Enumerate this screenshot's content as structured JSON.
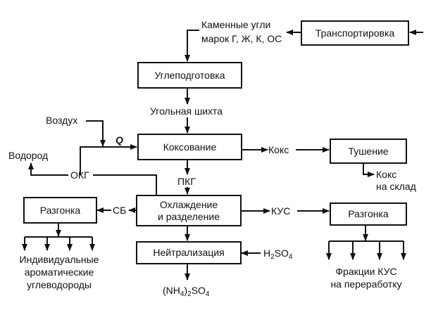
{
  "diagram": {
    "process_boxes": {
      "transport": "Транспортировка",
      "coal_prep": "Углеподготовка",
      "coking": "Коксование",
      "quenching": "Тушение",
      "cooling_line1": "Охлаждение",
      "cooling_line2": "и разделение",
      "neutralization": "Нейтрализация",
      "distill_left": "Разгонка",
      "distill_right": "Разгонка"
    },
    "flow_labels": {
      "coal_line1": "Каменные угли",
      "coal_line2": "марок Г, Ж, К, ОС",
      "coal_charge": "Угольная шихта",
      "air": "Воздух",
      "heat": "Q",
      "hydrogen": "Водород",
      "return_gas": "ОКГ",
      "raw_gas": "ПКГ",
      "coke": "Кокс",
      "coke_store_line1": "Кокс",
      "coke_store_line2": "на склад",
      "crude_benzene": "СБ",
      "coal_tar": "КУС",
      "acid": {
        "base": "H",
        "sub1": "2",
        "mid": "SO",
        "sub2": "4"
      },
      "product": {
        "open": "(NH",
        "sub1": "4",
        "mid": ")",
        "sub2": "2",
        "tail": "SO",
        "sub3": "4"
      },
      "aromatics_line1": "Индивидуальные",
      "aromatics_line2": "ароматические",
      "aromatics_line3": "углеводороды",
      "tar_fractions_line1": "Фракции КУС",
      "tar_fractions_line2": "на переработку"
    }
  }
}
